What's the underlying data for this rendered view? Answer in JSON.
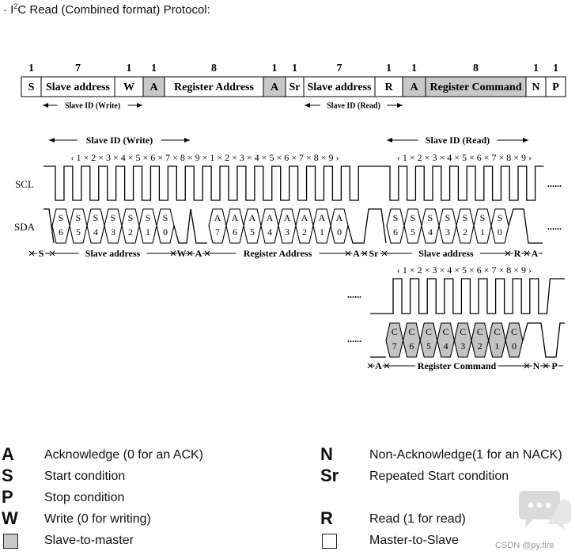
{
  "title": {
    "prefix": "· I",
    "sup": "2",
    "rest": "C Read (Combined format) Protocol:"
  },
  "frame": {
    "fields": [
      {
        "bits": "1",
        "label": "S",
        "slave": false
      },
      {
        "bits": "7",
        "label": "Slave address",
        "slave": false
      },
      {
        "bits": "1",
        "label": "W",
        "slave": false
      },
      {
        "bits": "1",
        "label": "A",
        "slave": true
      },
      {
        "bits": "8",
        "label": "Register Address",
        "slave": false
      },
      {
        "bits": "1",
        "label": "A",
        "slave": true
      },
      {
        "bits": "1",
        "label": "Sr",
        "slave": false
      },
      {
        "bits": "7",
        "label": "Slave address",
        "slave": false
      },
      {
        "bits": "1",
        "label": "R",
        "slave": false
      },
      {
        "bits": "1",
        "label": "A",
        "slave": true
      },
      {
        "bits": "8",
        "label": "Register Command",
        "slave": true
      },
      {
        "bits": "1",
        "label": "N",
        "slave": false
      },
      {
        "bits": "1",
        "label": "P",
        "slave": false
      }
    ],
    "id_write": "Slave ID (Write)",
    "id_read": "Slave ID (Read)"
  },
  "timing": {
    "scl_label": "SCL",
    "sda_label": "SDA",
    "id_write": "Slave ID (Write)",
    "id_read": "Slave ID (Read)",
    "clock_count_row1": "‹ 1 × 2 × 3 × 4 × 5 × 6 × 7 × 8 × 9 × 1 × 2 × 3 × 4 × 5 × 6 × 7 × 8 × 9 ›",
    "clock_count_row1b": "‹ 1 × 2 × 3 × 4 × 5 × 6 × 7 × 8 × 9 ›",
    "clock_count_row2": "‹ 1 × 2 × 3 × 4 × 5 × 6 × 7 × 8 × 9 ›",
    "ellipsis": "......",
    "slave_addr_write_bits": [
      "S6",
      "S5",
      "S4",
      "S3",
      "S2",
      "S1",
      "S0"
    ],
    "register_bits": [
      "A7",
      "A6",
      "A5",
      "A4",
      "A3",
      "A2",
      "A1",
      "A0"
    ],
    "slave_addr_read_bits": [
      "S6",
      "S5",
      "S4",
      "S3",
      "S2",
      "S1",
      "S0"
    ],
    "command_bits": [
      "C7",
      "C6",
      "C5",
      "C4",
      "C3",
      "C2",
      "C1",
      "C0"
    ],
    "row1_spans": [
      "S",
      "Slave address",
      "W",
      "A",
      "Register Address",
      "A",
      "Sr",
      "Slave address",
      "R",
      "A"
    ],
    "row2_spans": [
      "A",
      "Register Command",
      "N",
      "P"
    ]
  },
  "legend": [
    {
      "symbol": "A",
      "text": "Acknowledge (0 for an ACK)",
      "col": 0
    },
    {
      "symbol": "S",
      "text": "Start condition",
      "col": 0
    },
    {
      "symbol": "P",
      "text": "Stop condition",
      "col": 0
    },
    {
      "symbol": "W",
      "text": "Write (0 for writing)",
      "col": 0
    },
    {
      "symbol": "",
      "box": "gray",
      "text": "Slave-to-master",
      "col": 0
    },
    {
      "symbol": "N",
      "text": "Non-Acknowledge(1 for an NACK)",
      "col": 1
    },
    {
      "symbol": "Sr",
      "text": "Repeated Start condition",
      "col": 1
    },
    {
      "symbol": "R",
      "text": "Read (1 for read)",
      "col": 1
    },
    {
      "symbol": "",
      "box": "white",
      "text": "Master-to-Slave",
      "col": 1
    }
  ],
  "watermark": "CSDN @py.fire",
  "colors": {
    "slave_fill": "#c8c8c8",
    "line": "#000000",
    "bubble_fill": "#c4c4c4"
  }
}
